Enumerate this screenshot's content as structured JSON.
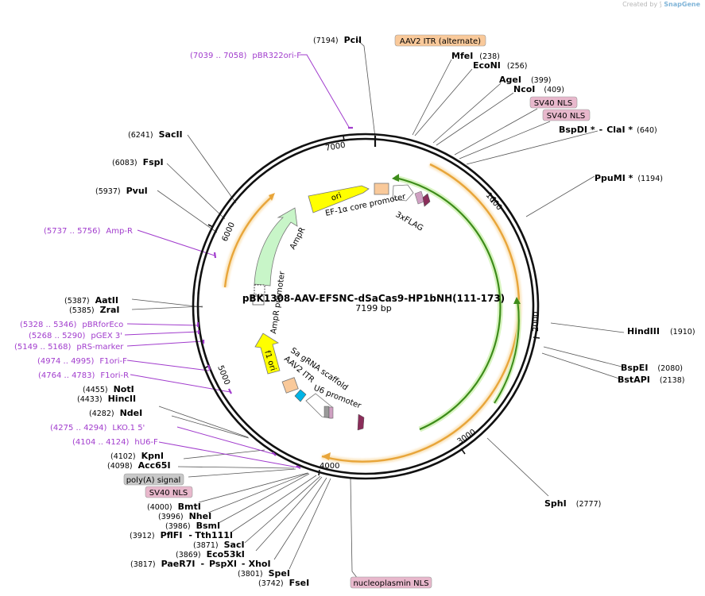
{
  "credit": {
    "prefix": "Created by",
    "brand": "SnapGene"
  },
  "plasmid": {
    "name": "pBK1308-AAV-EFSNC-dSaCas9-HP1bNH(111-173)",
    "length_label": "7199 bp"
  },
  "ticks": [
    "1000",
    "2000",
    "3000",
    "4000",
    "5000",
    "6000",
    "7000"
  ],
  "colors": {
    "orange_arc": "#e8a53a",
    "green_arc": "#3d8c1a",
    "primer": "#a13ccd",
    "yellow": "#ffff00",
    "ampr_green": "#c8f5c8",
    "itr_orange": "#f9c99a",
    "nls_pink": "#e8b8cc",
    "grey_box": "#c8c8c8",
    "cyan": "#00b4e6",
    "magenta": "#8b2d5a"
  },
  "enzymes": [
    {
      "id": "pcii",
      "name": "PciI",
      "pos": "(7194)"
    },
    {
      "id": "mfei",
      "name": "MfeI",
      "pos": "(238)"
    },
    {
      "id": "econi",
      "name": "EcoNI",
      "pos": "(256)"
    },
    {
      "id": "agei",
      "name": "AgeI",
      "pos": "(399)"
    },
    {
      "id": "ncoi",
      "name": "NcoI",
      "pos": "(409)"
    },
    {
      "id": "bspdi",
      "name": "BspDI *",
      "sep": "-",
      "name2": "ClaI *",
      "pos": "(640)"
    },
    {
      "id": "ppumi",
      "name": "PpuMI *",
      "pos": "(1194)"
    },
    {
      "id": "hindiii",
      "name": "HindIII",
      "pos": "(1910)"
    },
    {
      "id": "bspei",
      "name": "BspEI",
      "pos": "(2080)"
    },
    {
      "id": "bstapi",
      "name": "BstAPI",
      "pos": "(2138)"
    },
    {
      "id": "sphi",
      "name": "SphI",
      "pos": "(2777)"
    },
    {
      "id": "fsei",
      "name": "FseI",
      "pos": "(3742)"
    },
    {
      "id": "spei",
      "name": "SpeI",
      "pos": "(3801)"
    },
    {
      "id": "paer7i",
      "name": "PaeR7I",
      "sep": "-",
      "name2": "PspXI",
      "sep2": "-",
      "name3": "XhoI",
      "pos": "(3817)"
    },
    {
      "id": "eco53ki",
      "name": "Eco53kI",
      "pos": "(3869)"
    },
    {
      "id": "saci",
      "name": "SacI",
      "pos": "(3871)"
    },
    {
      "id": "pflfi",
      "name": "PflFI",
      "sep": "-",
      "name2": "Tth111I",
      "pos": "(3912)"
    },
    {
      "id": "bsmi",
      "name": "BsmI",
      "pos": "(3986)"
    },
    {
      "id": "nhei",
      "name": "NheI",
      "pos": "(3996)"
    },
    {
      "id": "bmti",
      "name": "BmtI",
      "pos": "(4000)"
    },
    {
      "id": "acc65i",
      "name": "Acc65I",
      "pos": "(4098)"
    },
    {
      "id": "kpni",
      "name": "KpnI",
      "pos": "(4102)"
    },
    {
      "id": "ndei",
      "name": "NdeI",
      "pos": "(4282)"
    },
    {
      "id": "hincii",
      "name": "HincII",
      "pos": "(4433)"
    },
    {
      "id": "noti",
      "name": "NotI",
      "pos": "(4455)"
    },
    {
      "id": "zrai",
      "name": "ZraI",
      "pos": "(5385)"
    },
    {
      "id": "aatii",
      "name": "AatII",
      "pos": "(5387)"
    },
    {
      "id": "pvui",
      "name": "PvuI",
      "pos": "(5937)"
    },
    {
      "id": "fspi",
      "name": "FspI",
      "pos": "(6083)"
    },
    {
      "id": "sacii",
      "name": "SacII",
      "pos": "(6241)"
    }
  ],
  "primers": [
    {
      "id": "pbr322ori",
      "range": "(7039 .. 7058)",
      "name": "pBR322ori-F"
    },
    {
      "id": "ampr",
      "range": "(5737 .. 5756)",
      "name": "Amp-R"
    },
    {
      "id": "pbrforeco",
      "range": "(5328 .. 5346)",
      "name": "pBRforEco"
    },
    {
      "id": "pgex3",
      "range": "(5268 .. 5290)",
      "name": "pGEX 3'"
    },
    {
      "id": "prsmarker",
      "range": "(5149 .. 5168)",
      "name": "pRS-marker"
    },
    {
      "id": "f1orif",
      "range": "(4974 .. 4995)",
      "name": "F1ori-F"
    },
    {
      "id": "f1orir",
      "range": "(4764 .. 4783)",
      "name": "F1ori-R"
    },
    {
      "id": "lko15",
      "range": "(4275 .. 4294)",
      "name": "LKO.1 5'"
    },
    {
      "id": "hu6f",
      "range": "(4104 .. 4124)",
      "name": "hU6-F"
    }
  ],
  "boxed_labels": {
    "aav2itr_alt": "AAV2 ITR (alternate)",
    "sv40nls_1": "SV40 NLS",
    "sv40nls_2": "SV40 NLS",
    "polya": "poly(A) signal",
    "sv40nls_3": "SV40 NLS",
    "nucleoplasmin": "nucleoplasmin NLS"
  },
  "feature_labels": {
    "ori": "ori",
    "ef1a": "EF-1α core promoter",
    "flag": "3xFLAG",
    "ampr": "AmpR",
    "ampr_promoter": "AmpR promoter",
    "f1ori": "f1 ori",
    "sa_grna": "Sa gRNA scaffold",
    "aav2itr": "AAV2 ITR",
    "u6": "U6 promoter"
  }
}
